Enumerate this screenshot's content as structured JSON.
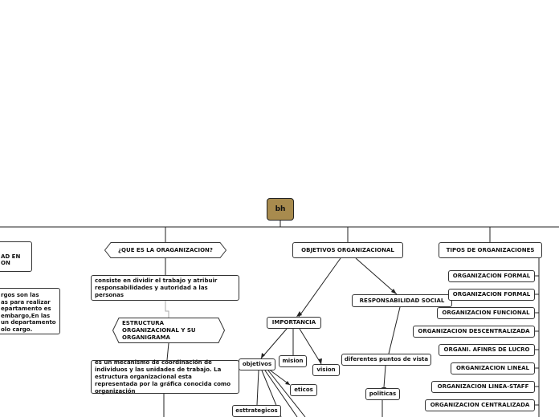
{
  "root": {
    "label": "bh"
  },
  "branches": {
    "que_es": {
      "title": "¿QUE ES LA ORAGANIZACION?",
      "definition": "consiste en dividir el trabajo y atribuir responsabilidades y autoridad a las personas",
      "estructura": "ESTRUCTURA ORGANIZACIONAL Y SU ORGANIGRAMA",
      "mecanismo": "es un mecanismo de coordinación de individuos y las unidades de trabajo. La estructura organizacional esta representada por la gráfica conocida como organización"
    },
    "objetivos": {
      "title": "OBJETIVOS ORGANIZACIONAL",
      "importancia": "IMPORTANCIA",
      "objetivos": "objetivos",
      "mision": "mision",
      "vision": "vision",
      "eticos": "eticos",
      "estrategicos": "esttrategicos",
      "responsabilidad": "RESPONSABILIDAD SOCIAL",
      "puntos_vista": "diferentes puntos de vista",
      "politicas": "politicas"
    },
    "tipos": {
      "title": "TIPOS DE ORGANIZACIONES",
      "items": [
        "ORGANIZACION FORMAL",
        "ORGANIZACION FORMAL",
        "ORGANIZACION FUNCIONAL",
        "ORGANIZACION DESCENTRALIZADA",
        "ORGANI. AFINRS DE LUCRO",
        "ORGANIZACION LINEAL",
        "ORGANIZACION LINEA-STAFF",
        "ORGANIZACION CENTRALIZADA"
      ]
    },
    "left_partial": {
      "title_lines": [
        "AD EN",
        "ON"
      ],
      "text_lines": [
        "rgos son las",
        "as para realizar",
        "epartamento es",
        " embargo,En las",
        "un departamento",
        "olo cargo."
      ]
    }
  }
}
